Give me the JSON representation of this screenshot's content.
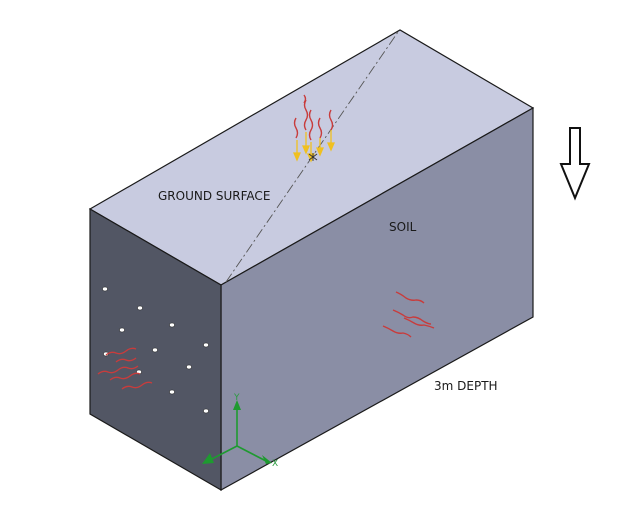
{
  "labels": {
    "ground_surface": "GROUND SURFACE",
    "soil": "SOIL",
    "depth": "3m DEPTH"
  },
  "triad": {
    "y": "Y",
    "x": "X"
  },
  "colors": {
    "top_face": "#c8cbe0",
    "front_face": "#8a8ea5",
    "side_face": "#525664",
    "edge": "#1a1a1a",
    "load_arrow": "#c83c3c",
    "load_tip": "#f0c020",
    "triad": "#1e9a30"
  },
  "icons": [
    "load-direction-arrow-icon",
    "coordinate-triad-icon"
  ]
}
